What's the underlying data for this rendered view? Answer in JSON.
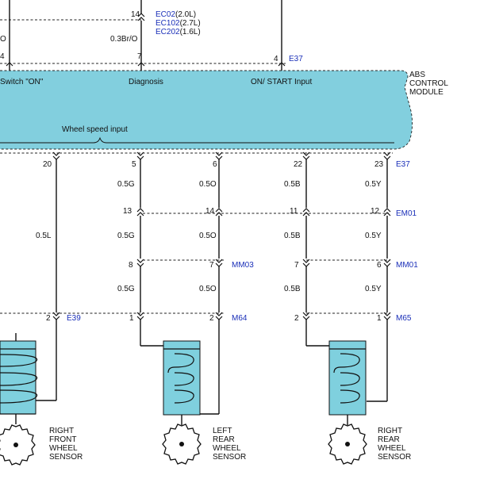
{
  "top": {
    "pin14": "14",
    "conn_ec02": "EC02",
    "conn_ec02_note": "(2.0L)",
    "conn_ec102": "EC102",
    "conn_ec102_note": "(2.7L)",
    "conn_ec202": "EC202",
    "conn_ec202_note": "(1.6L)",
    "wire_03bro": "0.3Br/O",
    "wire_o_left": "O",
    "pin7": "7",
    "pin4_left": "4",
    "pin4": "4",
    "conn_e37": "E37"
  },
  "module": {
    "label_switch_on": "Switch \"ON\"",
    "label_diagnosis": "Diagnosis",
    "label_on_start": "ON/ START Input",
    "title_line1": "ABS",
    "title_line2": "CONTROL",
    "title_line3": "MODULE",
    "wheel_speed_input": "Wheel speed input"
  },
  "columns": [
    {
      "id": "right-front",
      "pins_top": [
        "20"
      ],
      "wires": [
        "0.5L"
      ],
      "bottom_pins": [
        "2"
      ],
      "bottom_conn": "E39",
      "sensor_label": [
        "RIGHT",
        "FRONT",
        "WHEEL",
        "SENSOR"
      ]
    },
    {
      "id": "left-rear",
      "pins_top": [
        "5",
        "6"
      ],
      "wires_a": [
        "0.5G",
        "0.5O"
      ],
      "pins_mid": [
        "13",
        "14"
      ],
      "wires_b": [
        "0.5G",
        "0.5O"
      ],
      "pins_mm": [
        "8",
        "7"
      ],
      "mm_conn": "MM03",
      "wires_c": [
        "0.5G",
        "0.5O"
      ],
      "pins_bottom": [
        "1",
        "2"
      ],
      "bottom_conn": "M64",
      "sensor_label": [
        "LEFT",
        "REAR",
        "WHEEL",
        "SENSOR"
      ]
    },
    {
      "id": "right-rear",
      "pins_top": [
        "22",
        "23"
      ],
      "top_conn": "E37",
      "wires_a": [
        "0.5B",
        "0.5Y"
      ],
      "pins_mid": [
        "11",
        "12"
      ],
      "mid_conn": "EM01",
      "wires_b": [
        "0.5B",
        "0.5Y"
      ],
      "pins_mm": [
        "7",
        "6"
      ],
      "mm_conn": "MM01",
      "wires_c": [
        "0.5B",
        "0.5Y"
      ],
      "pins_bottom": [
        "2",
        "1"
      ],
      "bottom_conn": "M65",
      "sensor_label": [
        "RIGHT",
        "REAR",
        "WHEEL",
        "SENSOR"
      ]
    }
  ],
  "colors": {
    "module_fill": "#82cfde",
    "connector_blue": "#1a2fb8",
    "wire": "#111111"
  }
}
